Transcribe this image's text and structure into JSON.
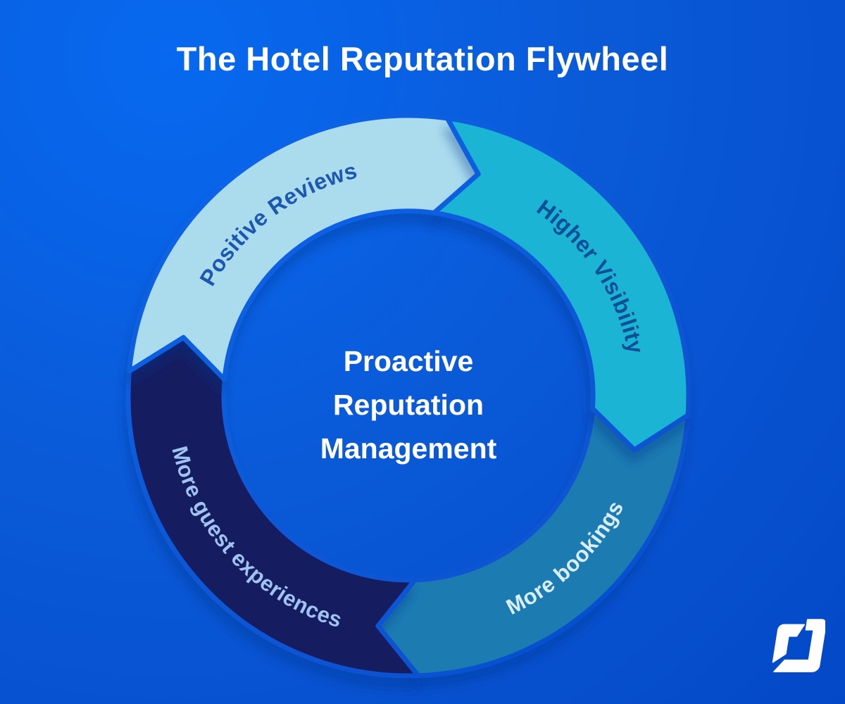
{
  "title": "The Hotel Reputation Flywheel",
  "center": {
    "line1": "Proactive",
    "line2": "Reputation",
    "line3": "Management"
  },
  "flywheel": {
    "direction": "clockwise",
    "segments": [
      {
        "id": "positive-reviews",
        "label": "Positive Reviews",
        "color": "#aadcee",
        "label_color": "#1d57ae"
      },
      {
        "id": "higher-visibility",
        "label": "Higher Visibility",
        "color": "#1db4d4",
        "label_color": "#0b4f96"
      },
      {
        "id": "more-bookings",
        "label": "More bookings",
        "color": "#1e7cb2",
        "label_color": "#d9eef8"
      },
      {
        "id": "more-guest-experiences",
        "label": "More guest experiences",
        "color": "#141b60",
        "label_color": "#a0c4f2"
      }
    ]
  },
  "colors": {
    "bg_center": "#0769f0",
    "bg_mid": "#0a5ad8",
    "bg_edge": "#0348c6",
    "shadow": "#08318f",
    "title_text": "#ffffff",
    "center_text": "#ffffff",
    "logo": "#ffffff"
  }
}
